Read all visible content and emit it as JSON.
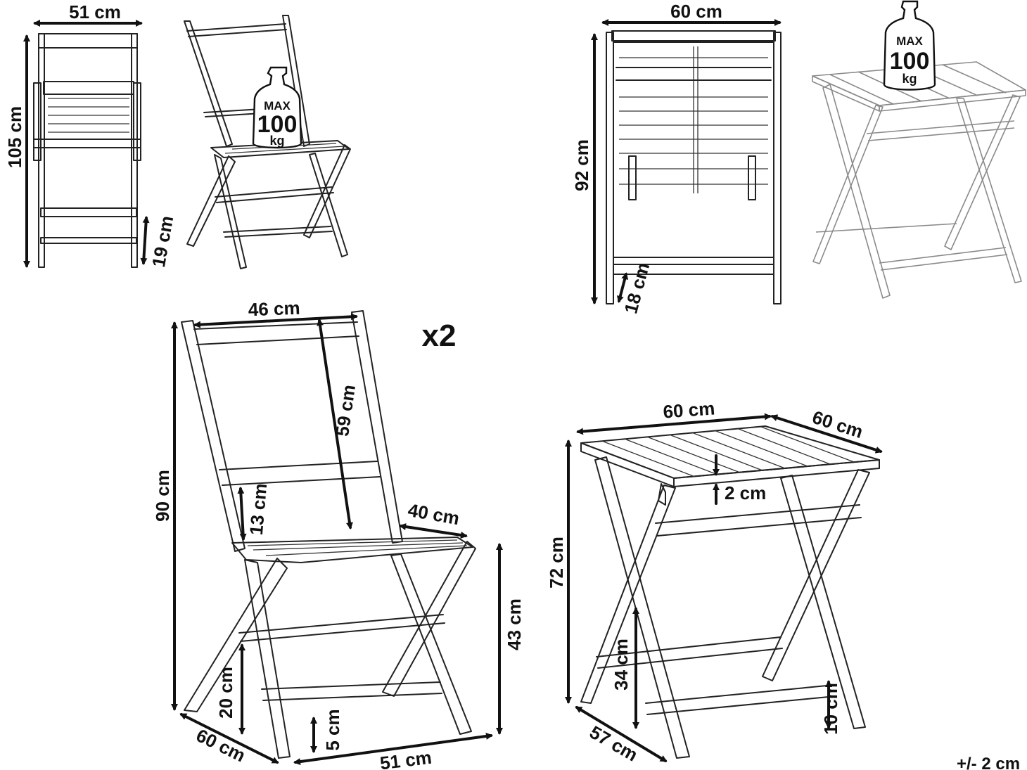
{
  "dims": {
    "front_width": "51 cm",
    "front_height": "105 cm",
    "front_leg": "19 cm",
    "folded_width": "60 cm",
    "folded_height": "92 cm",
    "folded_leg": "18 cm",
    "back_width": "46 cm",
    "back_height": "59 cm",
    "chair_height": "90 cm",
    "back_gap": "13 cm",
    "seat_depth": "40 cm",
    "seat_height": "43 cm",
    "lower_bar": "20 cm",
    "foot": "5 cm",
    "chair_depth": "60 cm",
    "chair_width": "51 cm",
    "table_width": "60 cm",
    "table_depth": "60 cm",
    "table_height": "72 cm",
    "top_thickness": "2 cm",
    "table_bar": "34 cm",
    "table_foot": "10 cm",
    "table_base": "57 cm"
  },
  "quantity": "x2",
  "weight_badges": [
    {
      "max": "MAX",
      "value": "100",
      "unit": "kg"
    },
    {
      "max": "MAX",
      "value": "100",
      "unit": "kg"
    }
  ],
  "tolerance": "+/- 2 cm"
}
